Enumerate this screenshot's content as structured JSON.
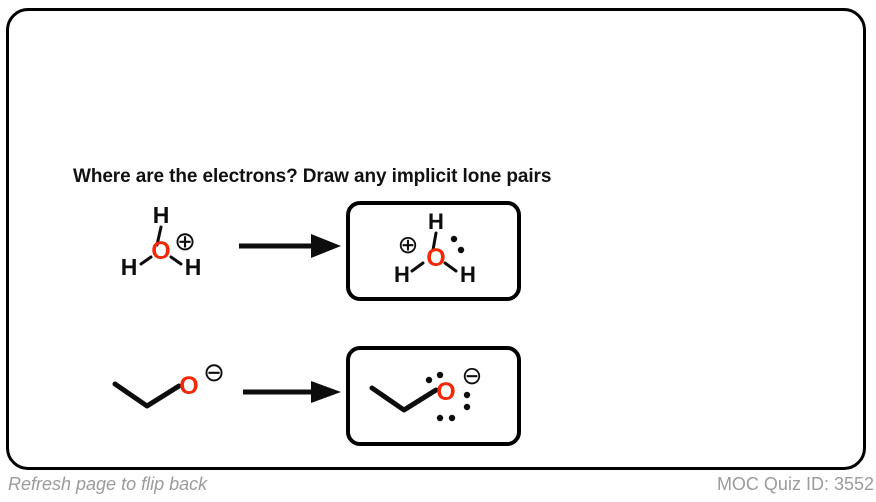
{
  "card": {
    "prompt": "Where are the electrons? Draw any implicit lone pairs"
  },
  "colors": {
    "oxygen_red": "#f42808",
    "ink_black": "#0d0d0d",
    "footer_gray": "#9b9b9b",
    "page_background": "#ffffff"
  },
  "rows": [
    {
      "id": "hydronium",
      "reactant": {
        "name": "hydronium-ion",
        "atoms": {
          "center": "O",
          "h_top": "H",
          "h_left": "H",
          "h_right": "H"
        },
        "charge": "⊕",
        "lone_pairs": 0
      },
      "arrow": "arrow-right",
      "answer": {
        "name": "hydronium-ion-with-lone-pair",
        "atoms": {
          "center": "O",
          "h_top": "H",
          "h_left": "H",
          "h_right": "H"
        },
        "charge": "⊕",
        "lone_pairs": 1
      }
    },
    {
      "id": "ethoxide",
      "reactant": {
        "name": "ethoxide-ion",
        "atoms": {
          "center": "O"
        },
        "charge": "⊖",
        "lone_pairs": 0
      },
      "arrow": "arrow-right",
      "answer": {
        "name": "ethoxide-ion-with-lone-pairs",
        "atoms": {
          "center": "O"
        },
        "charge": "⊖",
        "lone_pairs": 3
      }
    }
  ],
  "footer": {
    "left_text": "Refresh page to flip back",
    "right_text": "MOC Quiz ID: 3552"
  }
}
